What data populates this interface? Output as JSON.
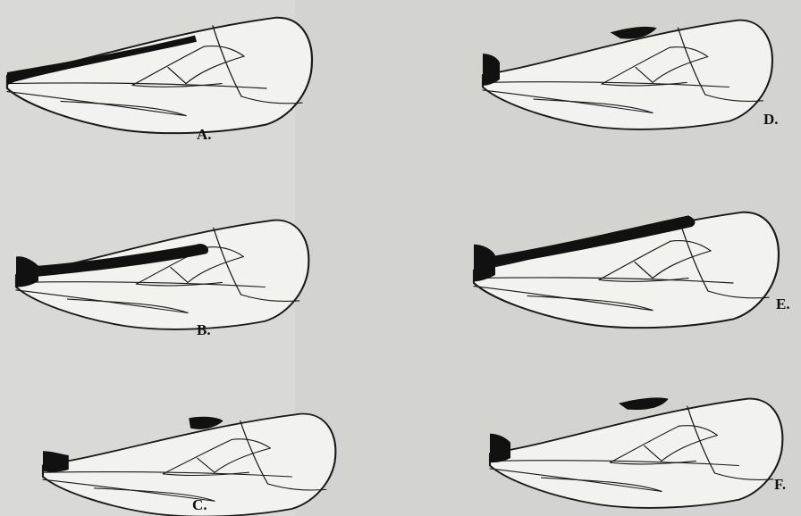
{
  "figure": {
    "panels": [
      {
        "id": "A",
        "label": "A."
      },
      {
        "id": "B",
        "label": "B."
      },
      {
        "id": "C",
        "label": "C."
      },
      {
        "id": "D",
        "label": "D."
      },
      {
        "id": "E",
        "label": "E."
      },
      {
        "id": "F",
        "label": "F."
      }
    ],
    "colors": {
      "paper": "#d9d9d6",
      "ink": "#111111",
      "wing": "#f2f2ef",
      "bleed_text": "#9a9a97"
    }
  }
}
